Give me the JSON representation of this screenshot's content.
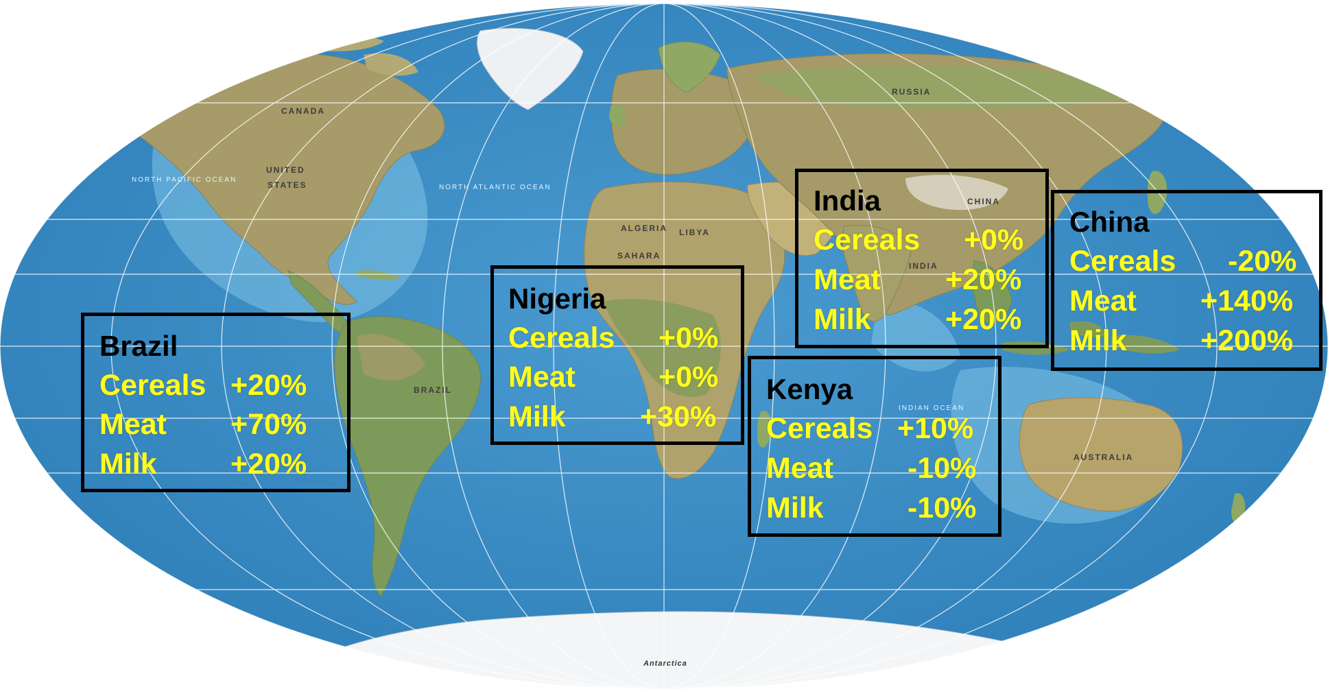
{
  "colors": {
    "ocean": "#3e8fc6",
    "ocean_light": "#8fcbe8",
    "land": "#a59a68",
    "land_green": "#7e9a5a",
    "ice": "#f4f6f8",
    "box_border": "#000000",
    "region_text": "#000000",
    "value_text": "#ffff1e",
    "graticule": "#ffffff"
  },
  "map_labels": {
    "canada": "CANADA",
    "united": "UNITED",
    "states": "STATES",
    "russia": "RUSSIA",
    "china_map": "CHINA",
    "brazil_map": "BRAZIL",
    "australia": "AUSTRALIA",
    "sahara": "SAHARA",
    "algeria": "ALGERIA",
    "libya": "LIBYA",
    "india_map": "INDIA",
    "north_atlantic": "NORTH ATLANTIC OCEAN",
    "north_pacific": "NORTH PACIFIC OCEAN",
    "indian_ocean": "INDIAN OCEAN",
    "antarctica": "Antarctica"
  },
  "regions": [
    {
      "name": "Brazil",
      "rows": [
        {
          "item": "Cereals",
          "change": "+20%"
        },
        {
          "item": "Meat",
          "change": "+70%"
        },
        {
          "item": "Milk",
          "change": "+20%"
        }
      ]
    },
    {
      "name": "Nigeria",
      "rows": [
        {
          "item": "Cereals",
          "change": "+0%"
        },
        {
          "item": "Meat",
          "change": "+0%"
        },
        {
          "item": "Milk",
          "change": "+30%"
        }
      ]
    },
    {
      "name": "India",
      "rows": [
        {
          "item": "Cereals",
          "change": "+0%"
        },
        {
          "item": "Meat",
          "change": "+20%"
        },
        {
          "item": "Milk",
          "change": "+20%"
        }
      ]
    },
    {
      "name": "Kenya",
      "rows": [
        {
          "item": "Cereals",
          "change": "+10%"
        },
        {
          "item": "Meat",
          "change": "-10%"
        },
        {
          "item": "Milk",
          "change": "-10%"
        }
      ]
    },
    {
      "name": "China",
      "rows": [
        {
          "item": "Cereals",
          "change": "-20%"
        },
        {
          "item": "Meat",
          "change": "+140%"
        },
        {
          "item": "Milk",
          "change": "+200%"
        }
      ]
    }
  ]
}
